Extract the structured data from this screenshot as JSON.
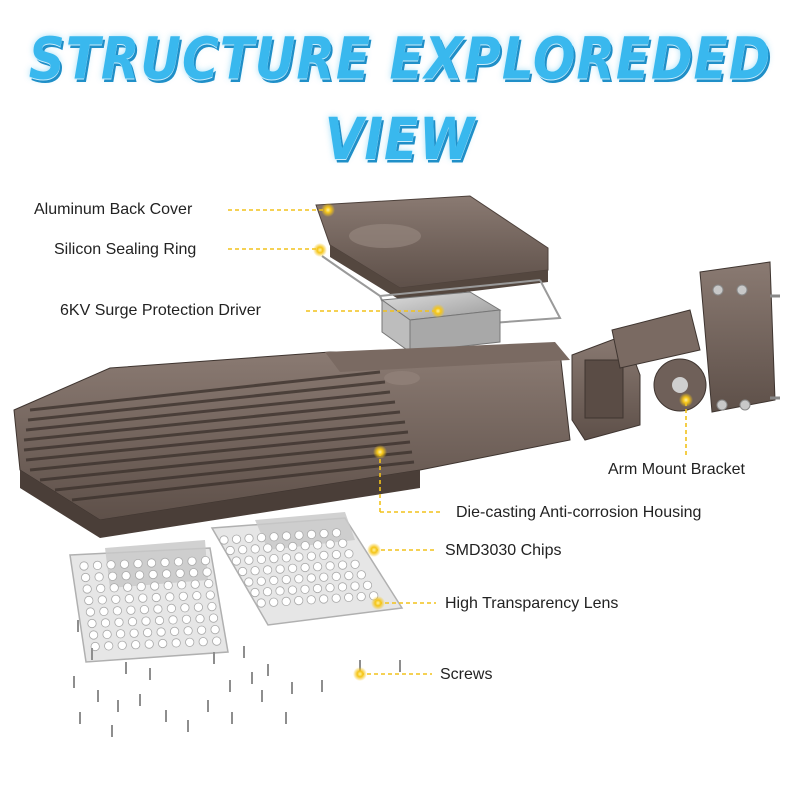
{
  "title": "STRUCTURE EXPLOREDED VIEW",
  "labels": {
    "back_cover": "Aluminum Back Cover",
    "sealing_ring": "Silicon Sealing Ring",
    "driver": "6KV Surge Protection Driver",
    "arm_bracket": "Arm Mount Bracket",
    "housing": "Die-casting Anti-corrosion Housing",
    "chips": "SMD3030 Chips",
    "lens": "High Transparency Lens",
    "screws": "Screws"
  },
  "colors": {
    "title": "#39b8ee",
    "housing": "#6b5c55",
    "leader": "#f2c21b",
    "lens": "#e4e4e4"
  }
}
